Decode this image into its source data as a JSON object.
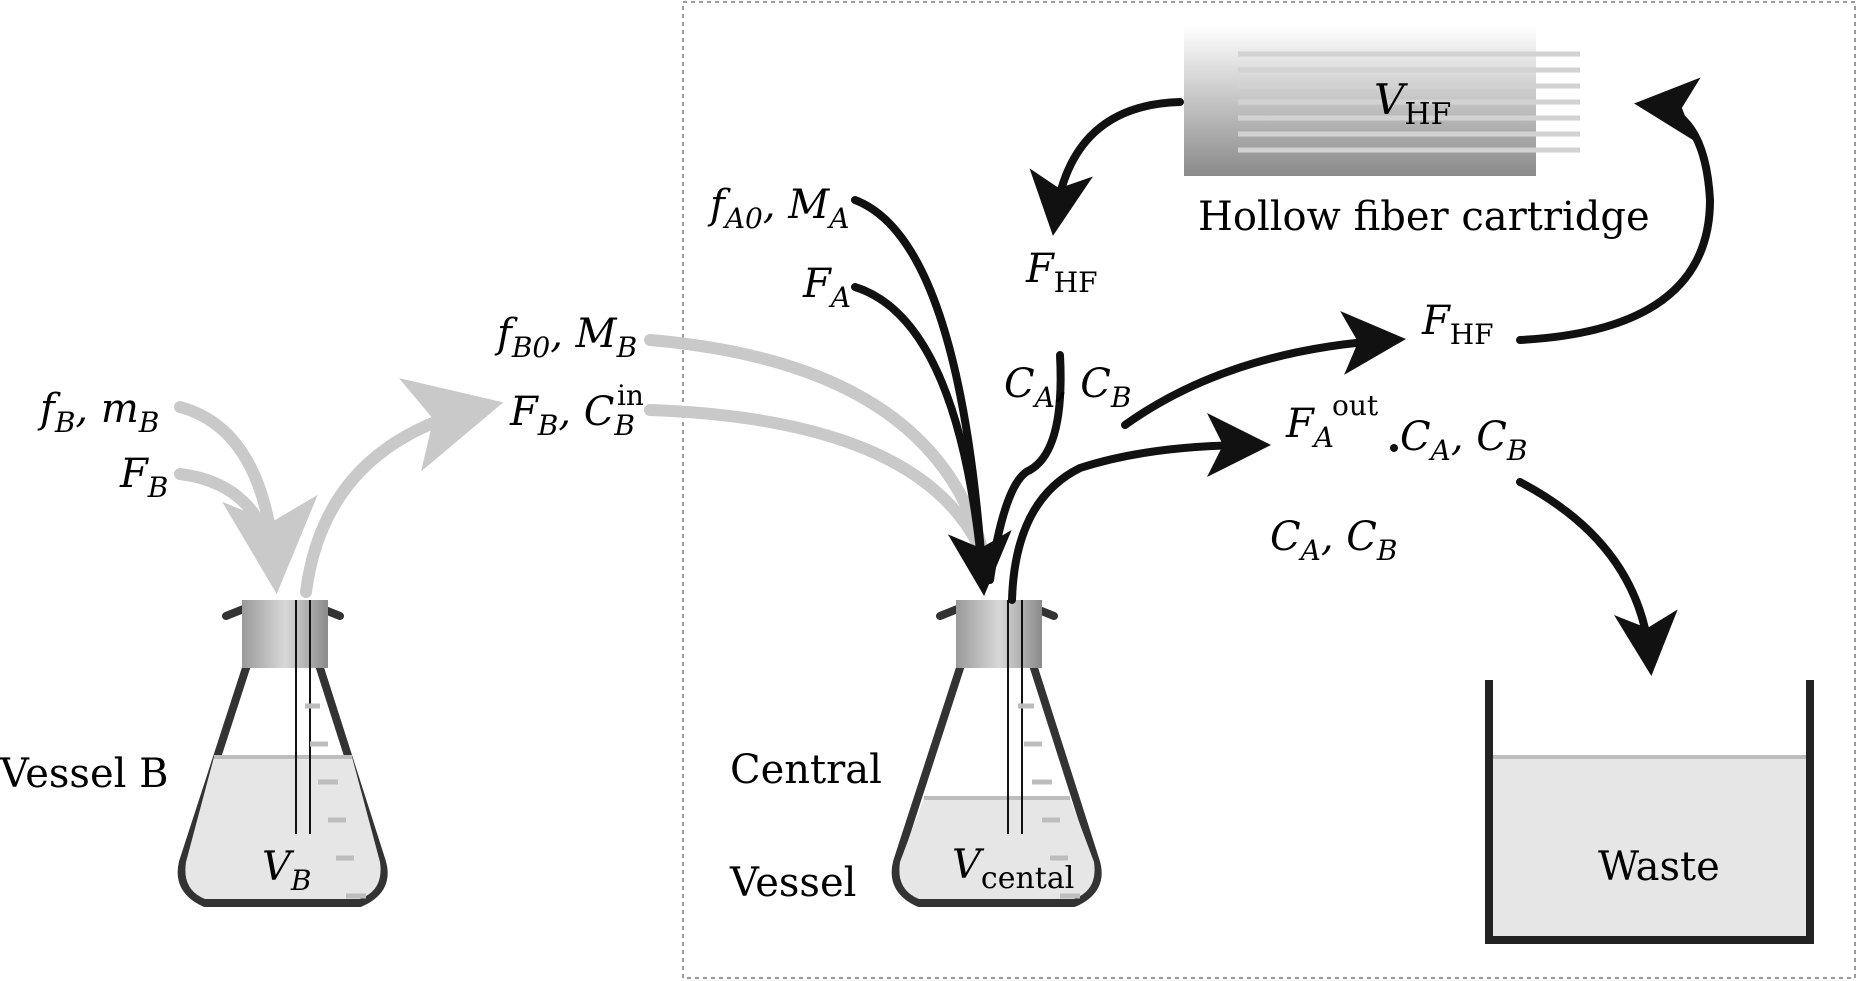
{
  "labels": {
    "vessel_b": "Vessel B",
    "central_line1": "Central",
    "central_line2": "Vessel",
    "hollow_fiber": "Hollow fiber cartridge",
    "waste": "Waste"
  },
  "symbols": {
    "v_b": {
      "main": "V",
      "sub": "B"
    },
    "v_central": {
      "main": "V",
      "sub": "cental"
    },
    "v_hf": {
      "main": "V",
      "sub": "HF"
    },
    "fb_mb": {
      "a": "f",
      "a_sub": "B",
      "b": "m",
      "b_sub": "B"
    },
    "f_b": {
      "main": "F",
      "sub": "B"
    },
    "fb_cb_in": {
      "a": "F",
      "a_sub": "B",
      "b": "C",
      "b_sub": "B",
      "b_sup": "in"
    },
    "fb0_mb": {
      "a": "f",
      "a_sub": "B0",
      "b": "M",
      "b_sub": "B"
    },
    "fa0_ma": {
      "a": "f",
      "a_sub": "A0",
      "b": "M",
      "b_sub": "A"
    },
    "f_a": {
      "main": "F",
      "sub": "A"
    },
    "f_hf_left": {
      "main": "F",
      "sub": "HF"
    },
    "f_hf_right": {
      "main": "F",
      "sub": "HF"
    },
    "ca_cb_up": {
      "a": "C",
      "a_sub": "A",
      "b": "C",
      "b_sub": "B"
    },
    "fa_out": {
      "main": "F",
      "sub": "A",
      "sup": "out"
    },
    "ca_cb_out": {
      "a": "C",
      "a_sub": "A",
      "b": "C",
      "b_sub": "B"
    },
    "ca_cb_low": {
      "a": "C",
      "a_sub": "A",
      "b": "C",
      "b_sub": "B"
    }
  },
  "colors": {
    "dark_arrow": "#111111",
    "light_arrow": "#c9c9c9",
    "flask_outline": "#333333",
    "liquid": "#e6e6e6",
    "border_dotted": "#9a9a9a"
  }
}
